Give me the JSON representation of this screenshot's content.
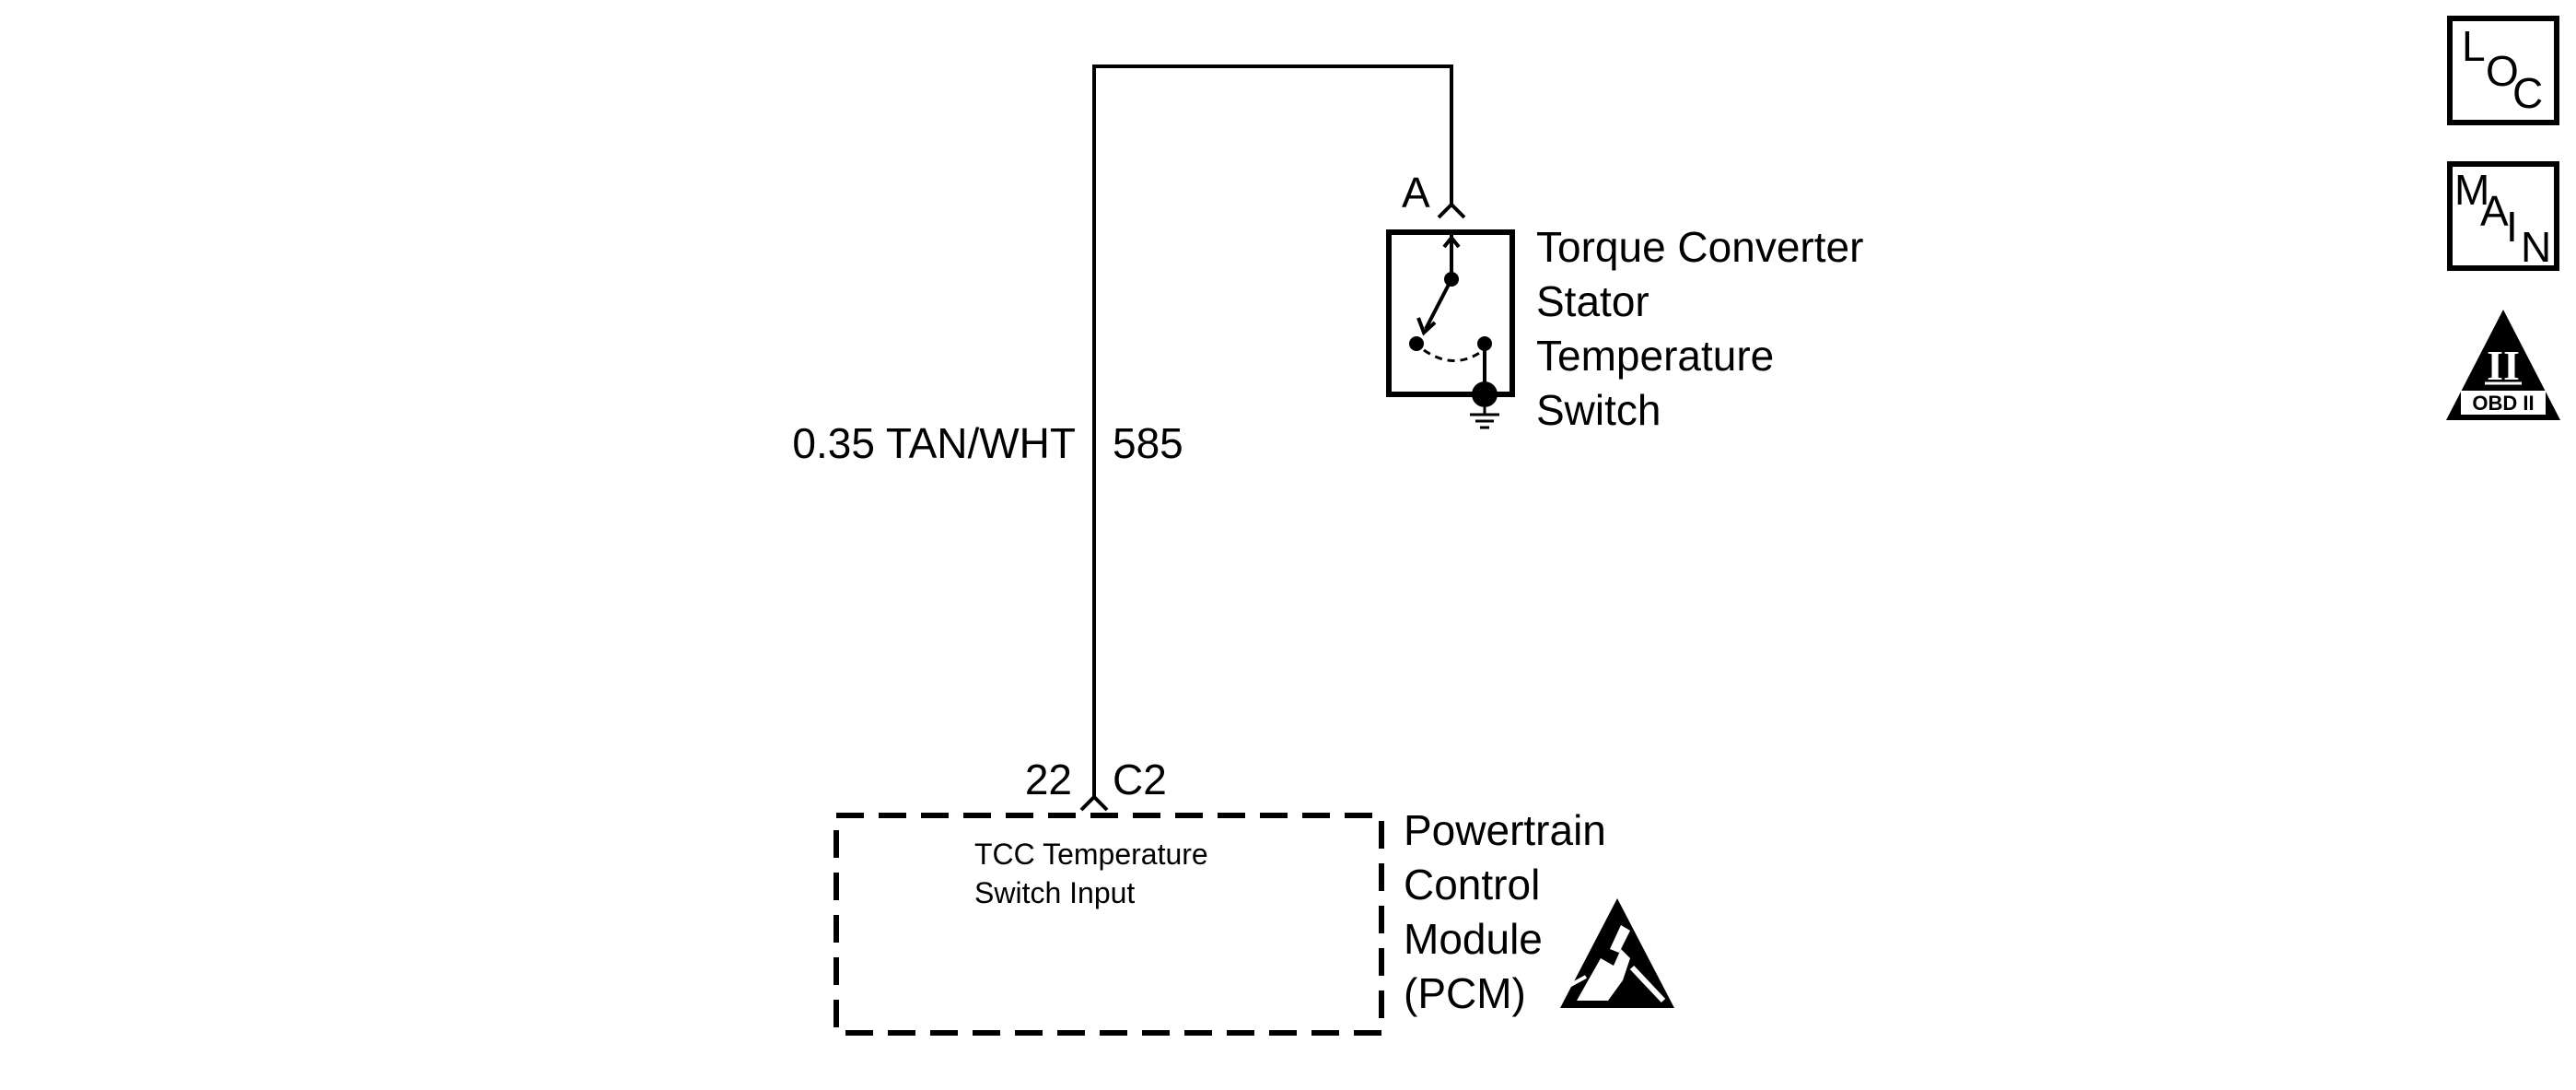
{
  "wire": {
    "gauge_color": "0.35 TAN/WHT",
    "circuit_number": "585"
  },
  "switch_connector": {
    "pin": "A"
  },
  "component": {
    "name_lines": [
      "Torque Converter",
      "Stator",
      "Temperature",
      "Switch"
    ]
  },
  "pcm_connector": {
    "pin": "22",
    "connector": "C2"
  },
  "pcm": {
    "input_label_lines": [
      "TCC Temperature",
      "Switch Input"
    ],
    "name_lines": [
      "Powertrain",
      "Control",
      "Module",
      "(PCM)"
    ]
  },
  "nav": {
    "loc": {
      "letters": [
        "L",
        "O",
        "C"
      ]
    },
    "main": {
      "letters": [
        "M",
        "A",
        "I",
        "N"
      ]
    },
    "obd": {
      "numeral": "II",
      "label": "OBD II"
    }
  },
  "icons": {
    "esd": "electrostatic-discharge-warning-icon",
    "ground": "ground-icon"
  }
}
